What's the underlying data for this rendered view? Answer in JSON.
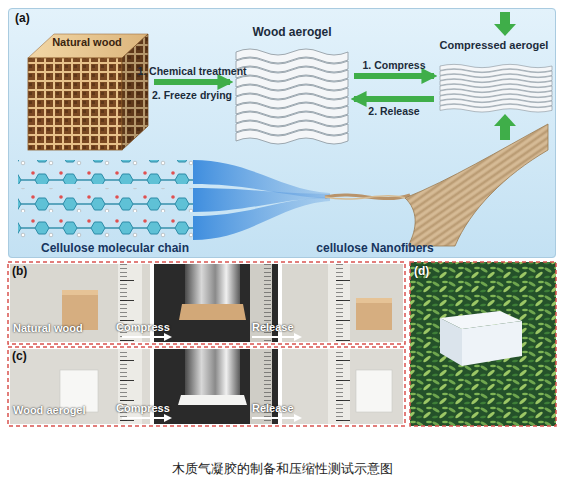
{
  "diagram": {
    "caption": "木质气凝胶的制备和压缩性测试示意图",
    "nodes": [
      {
        "text": [
          "(a)"
        ]
      },
      {
        "text": [
          "Natural wood"
        ],
        "in": 0
      },
      {
        "text": [
          "Wood aerogel"
        ],
        "in": 0
      },
      {
        "text": [
          "Compressed aerogel"
        ],
        "in": 0
      }
    ],
    "edges": [
      {
        "from": 1,
        "to": 2,
        "label": "1. Chemical treatment",
        "arrow": "to"
      },
      {
        "from": 2,
        "to": 3,
        "label": "1. Compress",
        "arrow": "to"
      },
      {
        "from": 3,
        "to": 2,
        "label": "2. Release",
        "arrow": "to"
      }
    ],
    "labels": [
      "2. Freeze drying",
      "Cellulose molecular chain",
      "cellulose Nanofibers",
      "(b)",
      "Natural wood",
      "Compress",
      "Release",
      "(c)",
      "Wood aerogel",
      "Compress",
      "Release",
      "(d)"
    ]
  }
}
